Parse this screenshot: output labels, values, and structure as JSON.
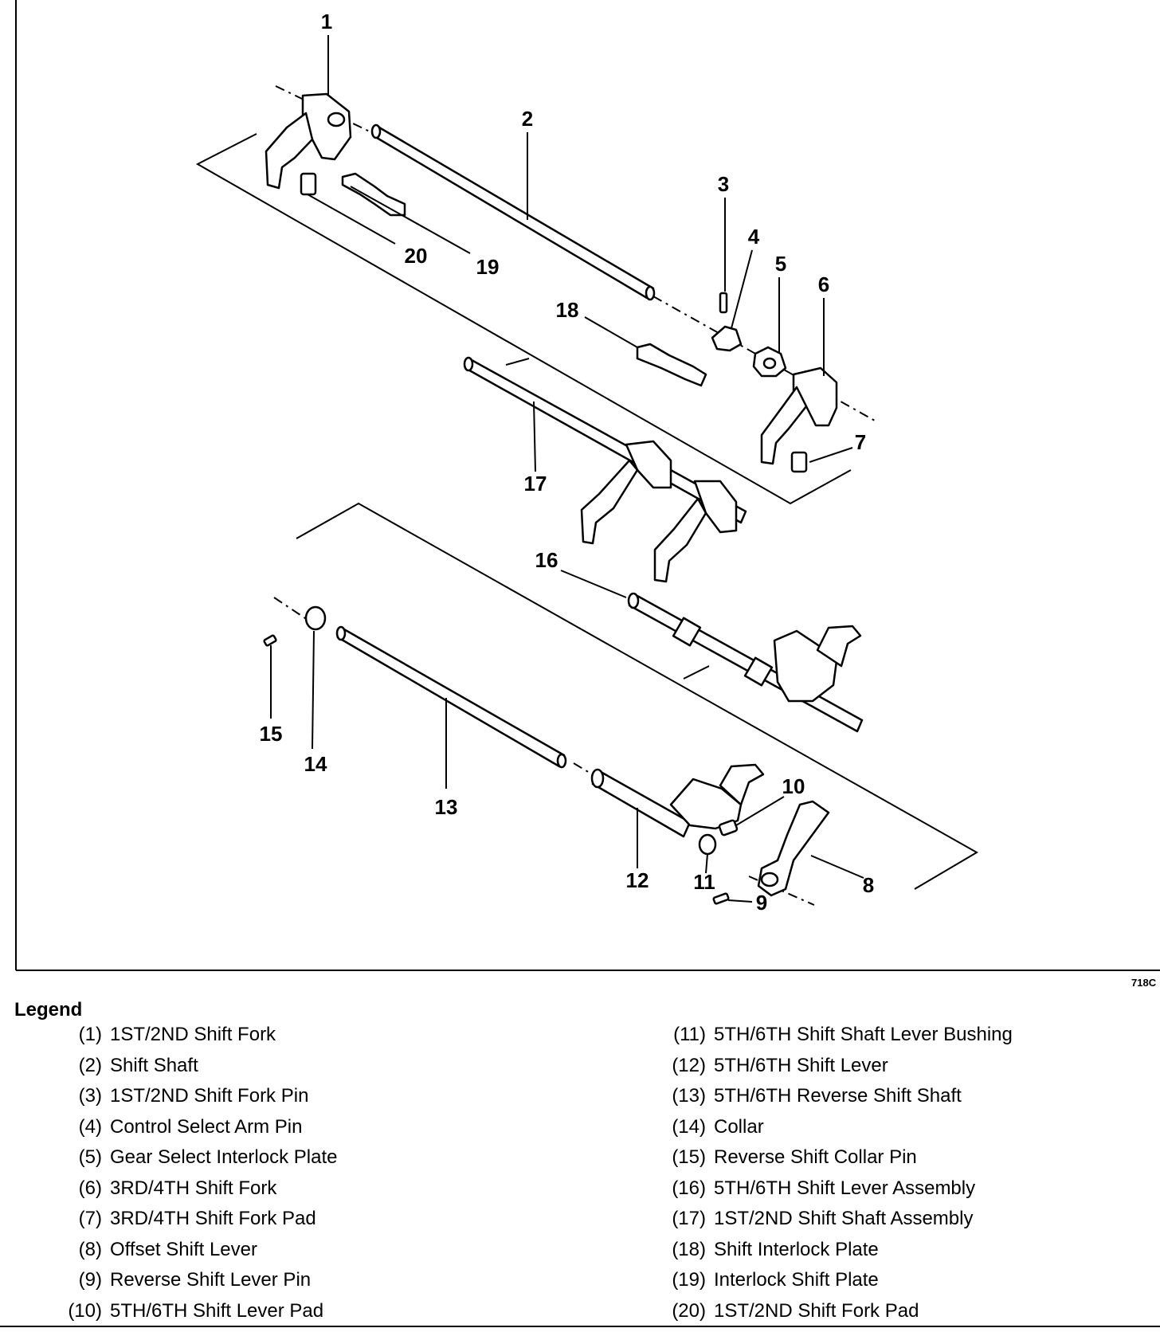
{
  "diagram": {
    "figure_id": "718C",
    "callouts": [
      "1",
      "2",
      "3",
      "4",
      "5",
      "6",
      "7",
      "8",
      "9",
      "10",
      "11",
      "12",
      "13",
      "14",
      "15",
      "16",
      "17",
      "18",
      "19",
      "20"
    ]
  },
  "legend": {
    "title": "Legend",
    "items": [
      {
        "num": "(1)",
        "label": "1ST/2ND Shift Fork"
      },
      {
        "num": "(2)",
        "label": "Shift Shaft"
      },
      {
        "num": "(3)",
        "label": "1ST/2ND Shift Fork Pin"
      },
      {
        "num": "(4)",
        "label": "Control Select Arm Pin"
      },
      {
        "num": "(5)",
        "label": "Gear Select Interlock Plate"
      },
      {
        "num": "(6)",
        "label": "3RD/4TH Shift Fork"
      },
      {
        "num": "(7)",
        "label": "3RD/4TH Shift Fork Pad"
      },
      {
        "num": "(8)",
        "label": "Offset Shift Lever"
      },
      {
        "num": "(9)",
        "label": "Reverse Shift Lever Pin"
      },
      {
        "num": "(10)",
        "label": "5TH/6TH Shift Lever Pad"
      },
      {
        "num": "(11)",
        "label": "5TH/6TH Shift Shaft Lever Bushing"
      },
      {
        "num": "(12)",
        "label": "5TH/6TH Shift Lever"
      },
      {
        "num": "(13)",
        "label": "5TH/6TH Reverse Shift Shaft"
      },
      {
        "num": "(14)",
        "label": "Collar"
      },
      {
        "num": "(15)",
        "label": "Reverse Shift Collar Pin"
      },
      {
        "num": "(16)",
        "label": "5TH/6TH Shift Lever Assembly"
      },
      {
        "num": "(17)",
        "label": "1ST/2ND Shift Shaft Assembly"
      },
      {
        "num": "(18)",
        "label": "Shift Interlock Plate"
      },
      {
        "num": "(19)",
        "label": "Interlock Shift Plate"
      },
      {
        "num": "(20)",
        "label": "1ST/2ND Shift Fork Pad"
      }
    ]
  }
}
